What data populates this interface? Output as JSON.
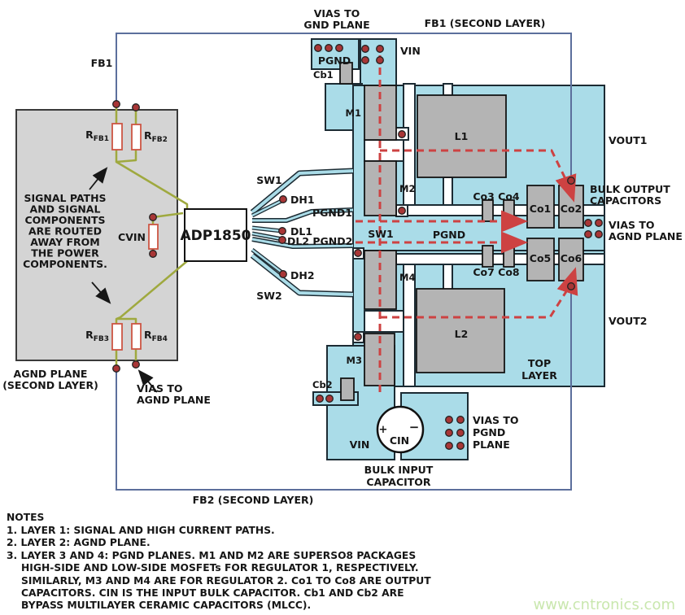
{
  "colors": {
    "pcb_copper_cyan": "#aadce8",
    "copper_outline": "#1c2b33",
    "component_gray": "#b4b4b4",
    "signal_block_gray": "#d4d4d4",
    "trace_olive": "#9fa93f",
    "feedback_loop_blue": "#5c6f9c",
    "current_path_red": "#cd4242",
    "via_red": "#a83636",
    "resistor_outline_red": "#cc5544",
    "text": "#161616",
    "watermark_green": "#c9e7ae"
  },
  "top": {
    "vias_gnd": [
      "VIAS TO",
      "GND PLANE"
    ],
    "fb1_second": "FB1 (SECOND LAYER)",
    "fb1": "FB1",
    "vin": "VIN",
    "pgnd": "PGND",
    "cb1": "Cb1"
  },
  "left": {
    "r": "R",
    "rfb1": "FB1",
    "rfb2": "FB2",
    "rfb3": "FB3",
    "rfb4": "FB4",
    "cvin": "CVIN",
    "signal_note": [
      "SIGNAL PATHS",
      "AND SIGNAL",
      "COMPONENTS",
      "ARE ROUTED",
      "AWAY FROM",
      "THE POWER",
      "COMPONENTS."
    ],
    "agnd": [
      "AGND PLANE",
      "(SECOND LAYER)"
    ],
    "vias_agnd": [
      "VIAS TO",
      "AGND PLANE"
    ]
  },
  "chip": {
    "part": "ADP1850"
  },
  "signals": {
    "sw1": "SW1",
    "dh1": "DH1",
    "pgnd1": "PGND1",
    "dl1": "DL1",
    "dl2_pgnd2": "DL2 PGND2",
    "dh2": "DH2",
    "sw2": "SW2"
  },
  "board": {
    "m1": "M1",
    "m2": "M2",
    "m3": "M3",
    "m4": "M4",
    "l1": "L1",
    "l2": "L2",
    "sw1": "SW1",
    "pgnd": "PGND",
    "co1": "Co1",
    "co2": "Co2",
    "co5": "Co5",
    "co6": "Co6",
    "co3_co4": "Co3 Co4",
    "co7_co8": "Co7 Co8",
    "cb2": "Cb2",
    "cin": "CIN",
    "plus": "+",
    "minus": "−",
    "vin": "VIN",
    "top_layer": [
      "TOP",
      "LAYER"
    ],
    "vout1": "VOUT1",
    "vout2": "VOUT2"
  },
  "right": {
    "bulk_out": [
      "BULK OUTPUT",
      "CAPACITORS"
    ],
    "vias_agnd": [
      "VIAS TO",
      "AGND PLANE"
    ]
  },
  "bottom": {
    "vias_pgnd": [
      "VIAS TO",
      "PGND",
      "PLANE"
    ],
    "bulk_in": [
      "BULK INPUT",
      "CAPACITOR"
    ],
    "fb2_second": "FB2 (SECOND LAYER)"
  },
  "notes": [
    "NOTES",
    "1. LAYER 1: SIGNAL AND HIGH CURRENT PATHS.",
    "2. LAYER 2: AGND PLANE.",
    "3. LAYER 3 AND 4: PGND PLANES. M1 AND M2 ARE SUPERSO8 PACKAGES",
    "HIGH-SIDE AND LOW-SIDE MOSFETs FOR REGULATOR 1, RESPECTIVELY.",
    "SIMILARLY, M3 AND M4 ARE FOR REGULATOR 2. Co1 TO Co8 ARE OUTPUT",
    "CAPACITORS. CIN IS THE INPUT BULK CAPACITOR. Cb1 AND Cb2 ARE",
    "BYPASS MULTILAYER CERAMIC CAPACITORS (MLCC)."
  ],
  "watermark": "www.cntronics.com"
}
